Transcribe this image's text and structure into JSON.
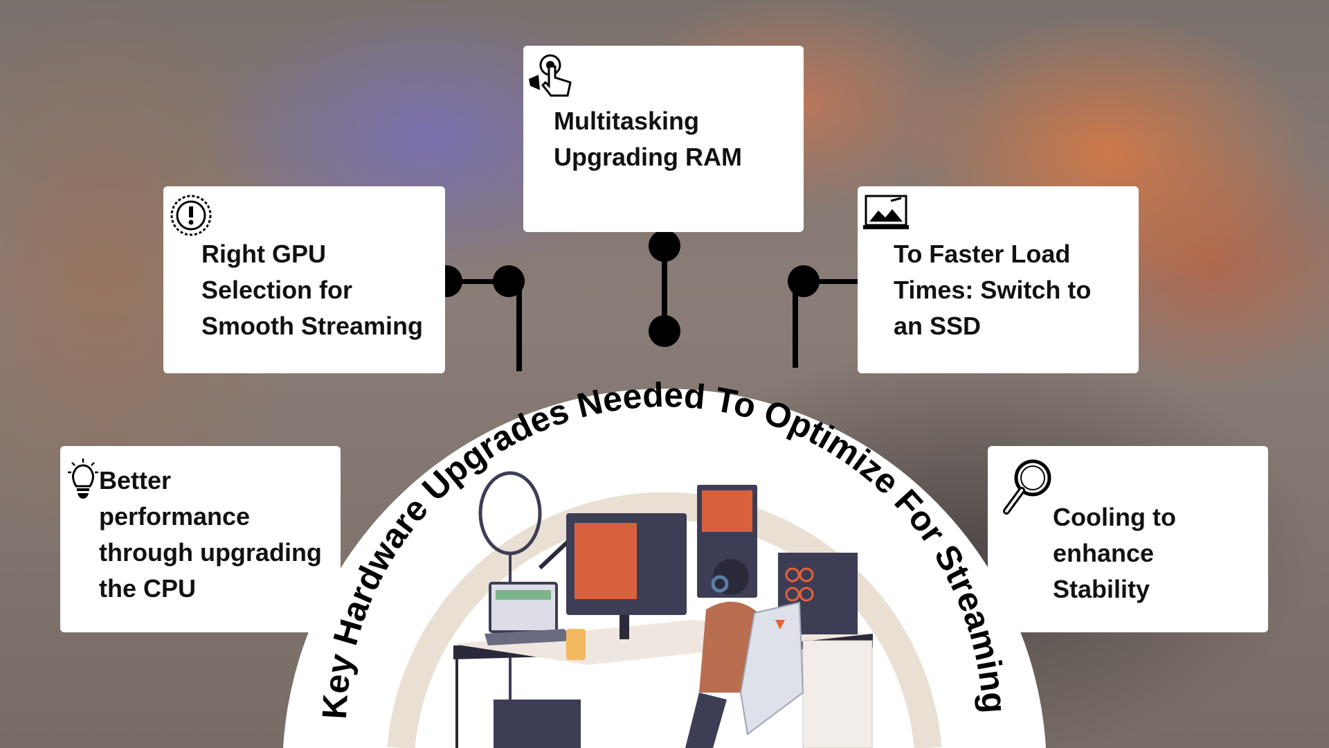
{
  "title": "Key Hardware Upgrades Needed To Optimize For Streaming",
  "cards": {
    "gpu": {
      "icon": "gear-alert-icon",
      "lines": [
        "Right GPU",
        "Selection for",
        "Smooth Streaming"
      ]
    },
    "ram": {
      "icon": "click-hand-icon",
      "lines": [
        "Multitasking",
        "Upgrading RAM"
      ]
    },
    "ssd": {
      "icon": "laptop-drawing-icon",
      "lines": [
        "To Faster Load",
        "Times: Switch to",
        "an SSD"
      ]
    },
    "cpu": {
      "icon": "lightbulb-icon",
      "lines": [
        "Better",
        "performance",
        "through upgrading",
        "the CPU"
      ]
    },
    "cooling": {
      "icon": "magnifier-icon",
      "lines": [
        "Cooling to",
        "enhance",
        "Stability"
      ]
    }
  },
  "colors": {
    "ring": "#e9e0d3",
    "accent": "#e8633a",
    "dark": "#3d3d55"
  }
}
